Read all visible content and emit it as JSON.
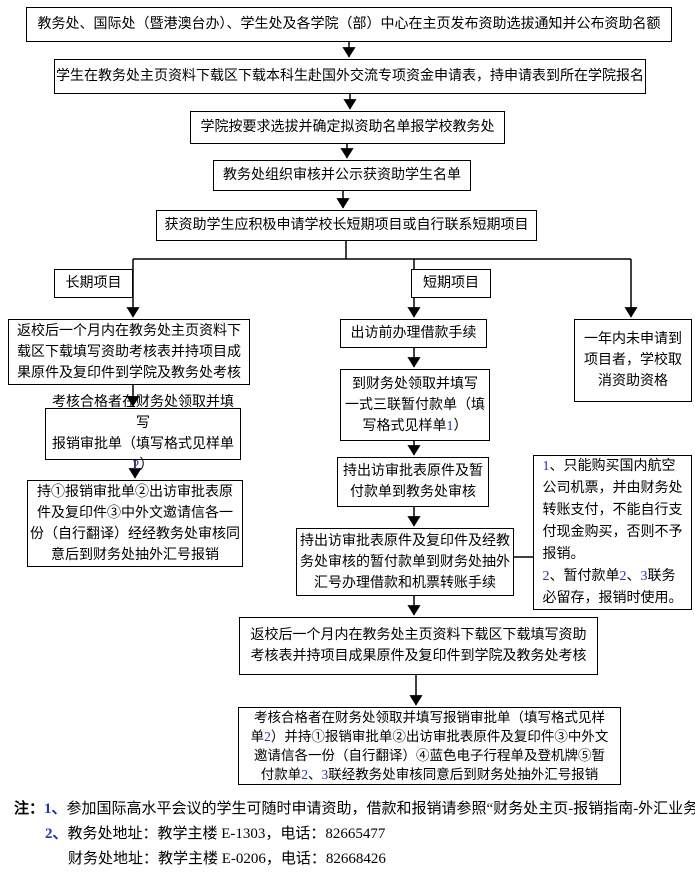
{
  "colors": {
    "digit_blue": "#2233bb",
    "line_color": "#000000",
    "background": "#ffffff"
  },
  "boxes": {
    "b1": "教务处、国际处（暨港澳台办）、学生处及各学院（部）中心在主页发布资助选拔通知并公布资助名额",
    "b2": "学生在教务处主页资料下载区下载本科生赴国外交流专项资金申请表，持申请表到所在学院报名",
    "b3": "学院按要求选拔并确定拟资助名单报学校教务处",
    "b4": "教务处组织审核并公示获资助学生名单",
    "b5": "获资助学生应积极申请学校长短期项目或自行联系短期项目",
    "label_long": "长期项目",
    "label_short": "短期项目",
    "left1": "返校后一个月内在教务处主页资料下\n载区下载填写资助考核表并持项目成\n果原件及复印件到学院及教务处考核",
    "left2": [
      [
        "考核合格者在财务处领取并填写\n报销审批单（填写格式见样单",
        ""
      ],
      [
        "2",
        "b"
      ],
      [
        "）",
        ""
      ]
    ],
    "left3": "持①报销审批单②出访审批表原\n件及复印件③中外文邀请信各一\n份（自行翻译）经经教务处审核同\n意后到财务处抽外汇号报销",
    "mid1": "出访前办理借款手续",
    "mid2": [
      [
        "到财务处领取并填写\n一式三联暂付款单（填\n写格式见样单",
        ""
      ],
      [
        "1",
        "b"
      ],
      [
        "）",
        ""
      ]
    ],
    "mid3": "持出访审批表原件及暂\n付款单到教务处审核",
    "mid4": "持出访审批表原件及复印件及经教\n务处审核的暂付款单到财务处抽外\n汇号办理借款和机票转账手续",
    "right1": "一年内未申请到\n项目者，学校取\n消资助资格",
    "note_box": [
      [
        "1",
        "b"
      ],
      [
        "、只能购买国内航空\n公司机票，并由财务处\n转账支付，不能自行支\n付现金购买，否则不予\n报销。\n",
        ""
      ],
      [
        "2",
        "b"
      ],
      [
        "、暂付款单",
        ""
      ],
      [
        "2",
        "b"
      ],
      [
        "、",
        ""
      ],
      [
        "3",
        "b"
      ],
      [
        "联务\n必留存，报销时使用。",
        ""
      ]
    ],
    "merge1": "返校后一个月内在教务处主页资料下载区下载填写资助\n考核表并持项目成果原件及复印件到学院及教务处考核",
    "final1": [
      [
        "考核合格者在财务处领取并填写报销审批单（填写格式见样\n单",
        ""
      ],
      [
        "2",
        "b"
      ],
      [
        "）并持①报销审批单②出访审批表原件及复印件③中外文\n邀请信各一份（自行翻译）④蓝色电子行程单及登机牌⑤暂\n付款单",
        ""
      ],
      [
        "2",
        "b"
      ],
      [
        "、",
        ""
      ],
      [
        "3",
        "b"
      ],
      [
        "联经教务处审核同意后到财务处抽外汇号报销",
        ""
      ]
    ]
  },
  "footnotes": {
    "prefix": "注：",
    "item1_num": "1、",
    "item1_text": "参加国际高水平会议的学生可随时申请资助，借款和报销请参照“财务处主页-报销指南-外汇业务”",
    "item2_num": "2、",
    "item2_text": "教务处地址：教学主楼 E-1303，电话：82665477",
    "item3_text": "财务处地址：教学主楼 E-0206，电话：82668426"
  }
}
